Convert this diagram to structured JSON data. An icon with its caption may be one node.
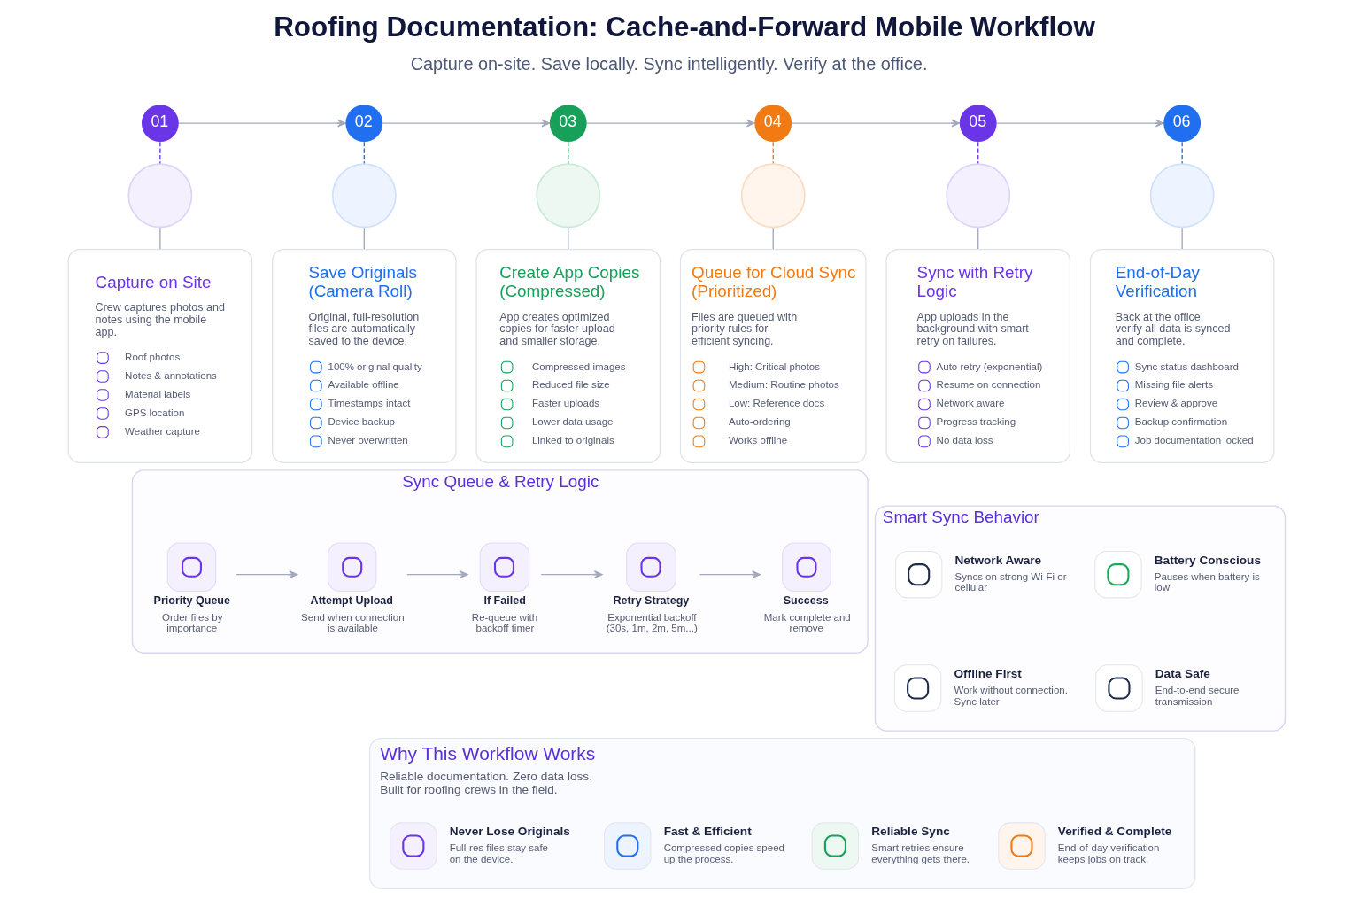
{
  "diagram": {
    "title": "Roofing Documentation: Cache-and-Forward Mobile Workflow",
    "nodes": [
      {
        "text": [
          "01"
        ]
      },
      {
        "text": [],
        "shape": "circle"
      },
      {
        "text": [
          "Capture on Site",
          "Crew captures photos and notes using the mobile app.",
          "Roof photos",
          "Notes & annotations",
          "Material labels",
          "GPS location",
          "Weather capture"
        ]
      },
      {
        "text": [
          "02"
        ]
      },
      {
        "text": [],
        "shape": "circle"
      },
      {
        "text": [
          "Save Originals (Camera Roll)",
          "Original, full-resolution files are automatically saved to the device.",
          "100% original quality",
          "Available offline",
          "Timestamps intact",
          "Device backup",
          "Never overwritten"
        ]
      },
      {
        "text": [
          "03"
        ]
      },
      {
        "text": [],
        "shape": "circle"
      },
      {
        "text": [
          "Create App Copies (Compressed)",
          "App creates optimized copies for faster upload and smaller storage.",
          "Compressed images",
          "Reduced file size",
          "Faster uploads",
          "Lower data usage",
          "Linked to originals"
        ]
      },
      {
        "text": [
          "04"
        ]
      },
      {
        "text": [],
        "shape": "circle"
      },
      {
        "text": [
          "Queue for Cloud Sync (Prioritized)",
          "Files are queued with priority rules for efficient syncing.",
          "High: Critical photos",
          "Medium: Routine photos",
          "Low: Reference docs",
          "Auto-ordering",
          "Works offline"
        ]
      },
      {
        "text": [
          "05"
        ]
      },
      {
        "text": [],
        "shape": "circle"
      },
      {
        "text": [
          "Sync with Retry Logic",
          "App uploads in the background with smart retry on failures.",
          "Auto retry (exponential)",
          "Resume on connection",
          "Network aware",
          "Progress tracking",
          "No data loss"
        ]
      },
      {
        "text": [
          "06"
        ]
      },
      {
        "text": [],
        "shape": "circle"
      },
      {
        "text": [
          "End-of-Day Verification",
          "Back at the office, verify all data is synced and complete.",
          "Sync status dashboard",
          "Missing file alerts",
          "Review & approve",
          "Backup confirmation",
          "Job documentation locked"
        ]
      },
      {
        "text": [
          "Sync Queue & Retry Logic"
        ]
      },
      {
        "text": [
          "Priority Queue",
          "Order files by importance"
        ],
        "in": 18
      },
      {
        "text": [
          "Attempt Upload",
          "Send when connection is available"
        ],
        "in": 18
      },
      {
        "text": [
          "If Failed",
          "Re-queue with backoff timer"
        ],
        "in": 18
      },
      {
        "text": [
          "Retry Strategy",
          "Exponential backoff (30s, 1m, 2m, 5m...)"
        ],
        "in": 18
      },
      {
        "text": [
          "Success",
          "Mark complete and remove"
        ],
        "in": 18
      },
      {
        "text": [
          "Smart Sync Behavior"
        ]
      },
      {
        "text": [
          "Network Aware",
          "Syncs on strong Wi-Fi or cellular"
        ],
        "in": 24
      },
      {
        "text": [
          "Battery Conscious",
          "Pauses when battery is low"
        ],
        "in": 24
      },
      {
        "text": [
          "Offline First",
          "Work without connection. Sync later"
        ],
        "in": 24
      },
      {
        "text": [
          "Data Safe",
          "End-to-end secure transmission"
        ],
        "in": 24
      },
      {
        "text": [
          "Why This Workflow Works",
          "Reliable documentation. Zero data loss. Built for roofing crews in the field."
        ]
      },
      {
        "text": [
          "Never Lose Originals",
          "Full-res files stay safe on the device."
        ],
        "in": 29
      },
      {
        "text": [
          "Fast & Efficient",
          "Compressed copies speed up the process."
        ],
        "in": 29
      },
      {
        "text": [
          "Reliable Sync",
          "Smart retries ensure everything gets there."
        ],
        "in": 29
      },
      {
        "text": [
          "Verified & Complete",
          "End-of-day verification keeps jobs on track."
        ],
        "in": 29
      }
    ],
    "edges": [
      {
        "from": 0,
        "to": 3,
        "arrow": "to"
      },
      {
        "from": 3,
        "to": 6,
        "arrow": "to"
      },
      {
        "from": 6,
        "to": 9,
        "arrow": "to"
      },
      {
        "from": 9,
        "to": 12,
        "arrow": "to"
      },
      {
        "from": 12,
        "to": 15,
        "arrow": "to"
      },
      {
        "from": 0,
        "to": 1,
        "arrow": "none",
        "style": "dashed",
        "color": "#6a35e6"
      },
      {
        "from": 3,
        "to": 4,
        "arrow": "none",
        "style": "dashed",
        "color": "#1f6ff0"
      },
      {
        "from": 6,
        "to": 7,
        "arrow": "none",
        "style": "dashed",
        "color": "#17a05a"
      },
      {
        "from": 9,
        "to": 10,
        "arrow": "none",
        "style": "dashed",
        "color": "#f27a12"
      },
      {
        "from": 12,
        "to": 13,
        "arrow": "none",
        "style": "dashed",
        "color": "#6a35e6"
      },
      {
        "from": 15,
        "to": 16,
        "arrow": "none",
        "style": "dashed",
        "color": "#1f6ff0"
      },
      {
        "from": 1,
        "to": 2,
        "arrow": "none"
      },
      {
        "from": 4,
        "to": 5,
        "arrow": "none"
      },
      {
        "from": 7,
        "to": 8,
        "arrow": "none"
      },
      {
        "from": 10,
        "to": 11,
        "arrow": "none"
      },
      {
        "from": 13,
        "to": 14,
        "arrow": "none"
      },
      {
        "from": 16,
        "to": 17,
        "arrow": "none"
      },
      {
        "from": 19,
        "to": 20,
        "arrow": "to"
      },
      {
        "from": 20,
        "to": 21,
        "arrow": "to"
      },
      {
        "from": 21,
        "to": 22,
        "arrow": "to"
      },
      {
        "from": 22,
        "to": 23,
        "arrow": "to"
      }
    ],
    "labels": [
      "Capture on-site. Save locally. Sync intelligently. Verify at the office."
    ]
  }
}
